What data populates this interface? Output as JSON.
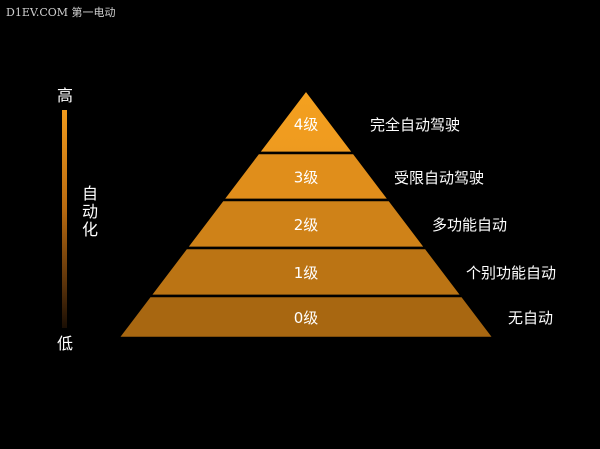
{
  "watermark": "D1EV.COM 第一电动",
  "axis": {
    "high_label": "高",
    "title": "自动化",
    "low_label": "低"
  },
  "pyramid": {
    "levels": [
      {
        "label": "4级",
        "description": "完全自动驾驶",
        "color": "#ee9a1f"
      },
      {
        "label": "3级",
        "description": "受限自动驾驶",
        "color": "#e08e1b"
      },
      {
        "label": "2级",
        "description": "多功能自动",
        "color": "#cf8218"
      },
      {
        "label": "1级",
        "description": "个别功能自动",
        "color": "#bb7414"
      },
      {
        "label": "0级",
        "description": "无自动",
        "color": "#a86711"
      }
    ],
    "tip_color": "#f4a11f",
    "divider_color": "#000000"
  }
}
